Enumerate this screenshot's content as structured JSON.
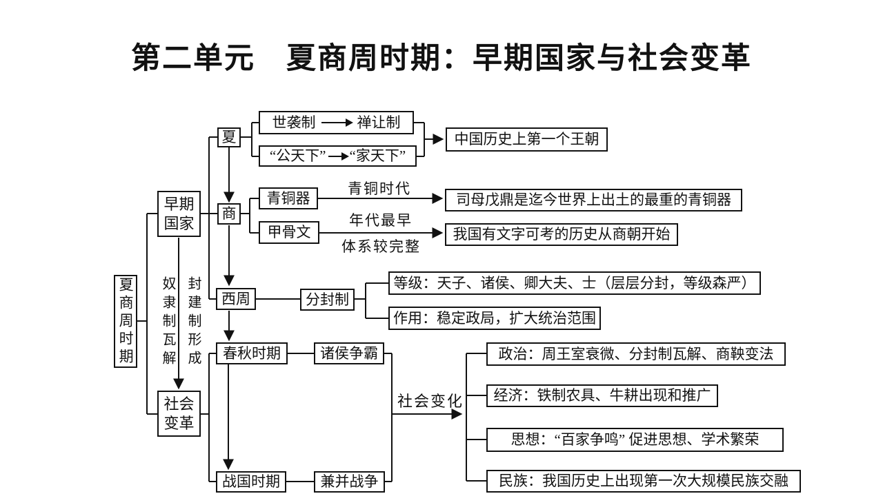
{
  "title": "第二单元　夏商周时期：早期国家与社会变革",
  "colors": {
    "ink": "#111111",
    "background": "#ffffff"
  },
  "root": {
    "label": "夏商周时期"
  },
  "themes": {
    "early_state": {
      "label": "早期\n国家"
    },
    "social_change": {
      "label": "社会\n变革"
    },
    "transition_left": "奴隶制瓦解",
    "transition_right": "封建制形成"
  },
  "xia": {
    "label": "夏",
    "succession": {
      "from": "世袭制",
      "to": "禅让制"
    },
    "world": {
      "from": "“公天下”",
      "to": "“家天下”"
    },
    "result": "中国历史上第一个王朝"
  },
  "shang": {
    "label": "商",
    "bronze": {
      "label": "青铜器",
      "arrow_label": "青铜时代",
      "result": "司母戊鼎是迄今世界上出土的最重的青铜器"
    },
    "oracle": {
      "label": "甲骨文",
      "arrow_label_top": "年代最早",
      "arrow_label_bottom": "体系较完整",
      "result": "我国有文字可考的历史从商朝开始"
    }
  },
  "western_zhou": {
    "label": "西周",
    "fengjian": {
      "label": "分封制",
      "hierarchy": "等级：天子、诸侯、卿大夫、士（层层分封，等级森严）",
      "function": "作用：稳定政局，扩大统治范围"
    }
  },
  "spring_autumn": {
    "label": "春秋时期",
    "feature": "诸侯争霸"
  },
  "warring_states": {
    "label": "战国时期",
    "feature": "兼并战争"
  },
  "social_changes": {
    "arrow_label": "社会变化",
    "items": [
      "政治：周王室衰微、分封制瓦解、商鞅变法",
      "经济：铁制农具、牛耕出现和推广",
      "思想：“百家争鸣” 促进思想、学术繁荣",
      "民族：我国历史上出现第一次大规模民族交融"
    ]
  }
}
